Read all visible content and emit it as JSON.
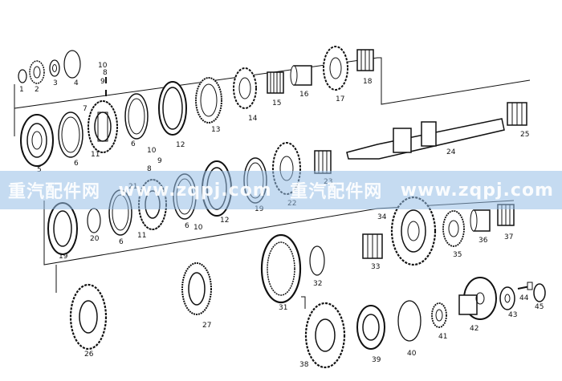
{
  "watermark": {
    "segments": [
      "重汽配件网",
      "www.zqpj.com",
      "重汽配件网",
      "www.zqpj.com"
    ]
  },
  "part_numbers": {
    "p1": "1",
    "p2": "2",
    "p3": "3",
    "p4": "4",
    "p5": "5",
    "p6": "6",
    "p7": "7",
    "p8": "8",
    "p9": "9",
    "p10": "10",
    "p11": "11",
    "p12": "12",
    "p13": "13",
    "p14": "14",
    "p15": "15",
    "p16": "16",
    "p17": "17",
    "p18": "18",
    "p19": "19",
    "p20": "20",
    "p21": "21",
    "p22": "22",
    "p23": "23",
    "p24": "24",
    "p25": "25",
    "p26": "26",
    "p27": "27",
    "p31": "31",
    "p32": "32",
    "p33": "33",
    "p34": "34",
    "p35": "35",
    "p36": "36",
    "p37": "37",
    "p38": "38",
    "p39": "39",
    "p40": "40",
    "p41": "41",
    "p42": "42",
    "p43": "43",
    "p44": "44",
    "p45": "45"
  }
}
